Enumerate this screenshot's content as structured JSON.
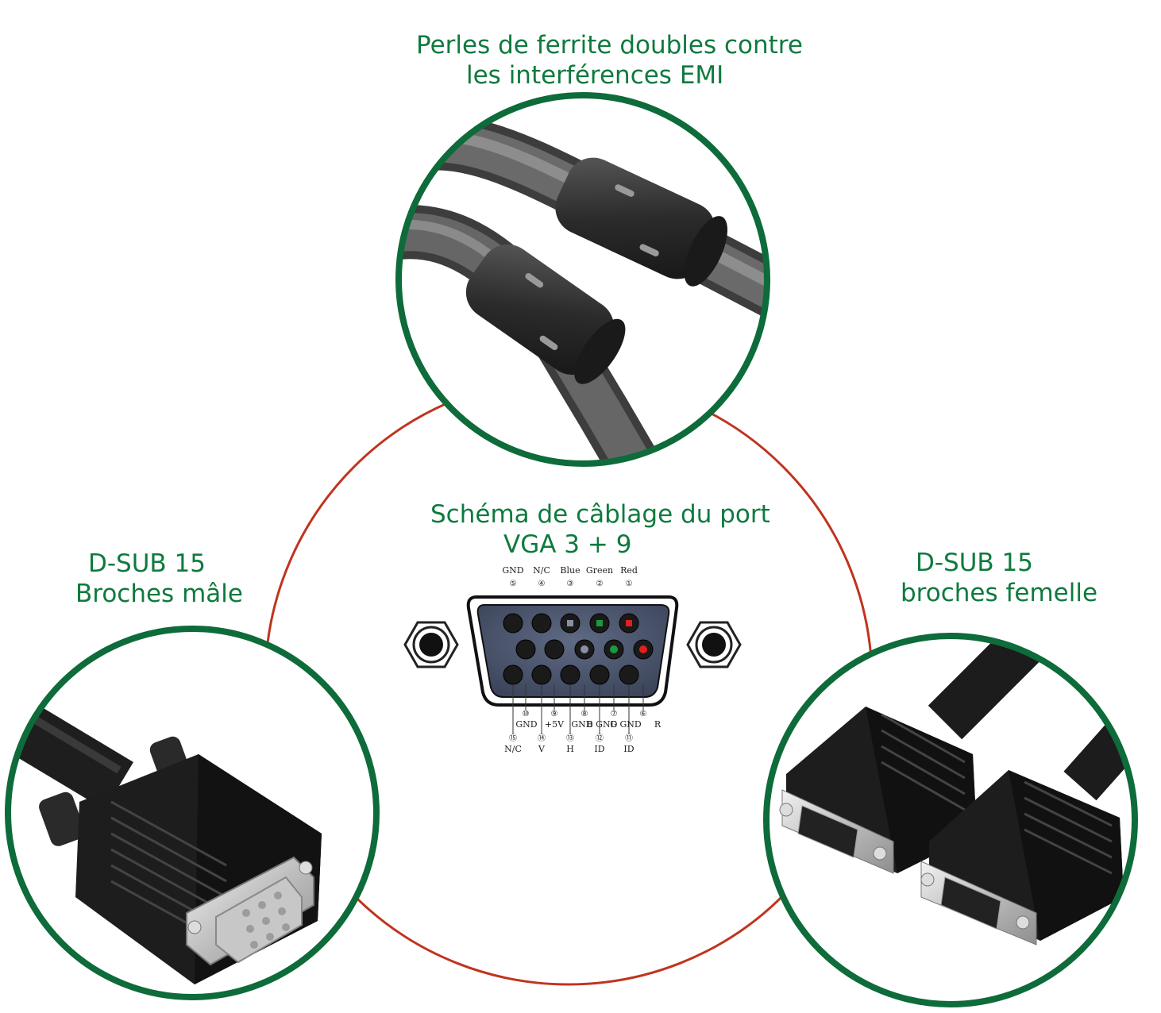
{
  "captions": {
    "top": [
      "Perles de ferrite doubles contre",
      "les interférences EMI"
    ],
    "center": [
      "Schéma de câblage du port",
      "VGA 3 + 9"
    ],
    "left": [
      "D-SUB 15",
      "Broches mâle"
    ],
    "right": [
      "D-SUB 15",
      "broches femelle"
    ]
  },
  "pinout": {
    "top_row_labels": [
      "GND",
      "N/C",
      "Blue",
      "Green",
      "Red"
    ],
    "top_row_numbers": [
      "⑤",
      "④",
      "③",
      "②",
      "①"
    ],
    "mid_row_numbers": [
      "⑩",
      "⑨",
      "⑧",
      "⑦",
      "⑥"
    ],
    "mid_row_labels": [
      "GND",
      "+5V",
      "GND",
      "B GND",
      "G GND",
      "R"
    ],
    "bottom_row_numbers": [
      "⑮",
      "⑭",
      "⑬",
      "⑫",
      "⑪"
    ],
    "bottom_row_labels": [
      "N/C",
      "V",
      "H",
      "ID",
      "ID"
    ]
  },
  "colors": {
    "caption": "#0e7a3e",
    "ring_green": "#0e6b3a",
    "ring_red": "#c0341e",
    "pin_red": "#e02020",
    "pin_green": "#1a9a3a",
    "pin_blue": "#8a8fa8"
  },
  "icons": {
    "top_circle": "ferrite-bead-cable-photo",
    "left_circle": "vga-male-connector-photo",
    "right_circle": "vga-female-connector-photo"
  }
}
